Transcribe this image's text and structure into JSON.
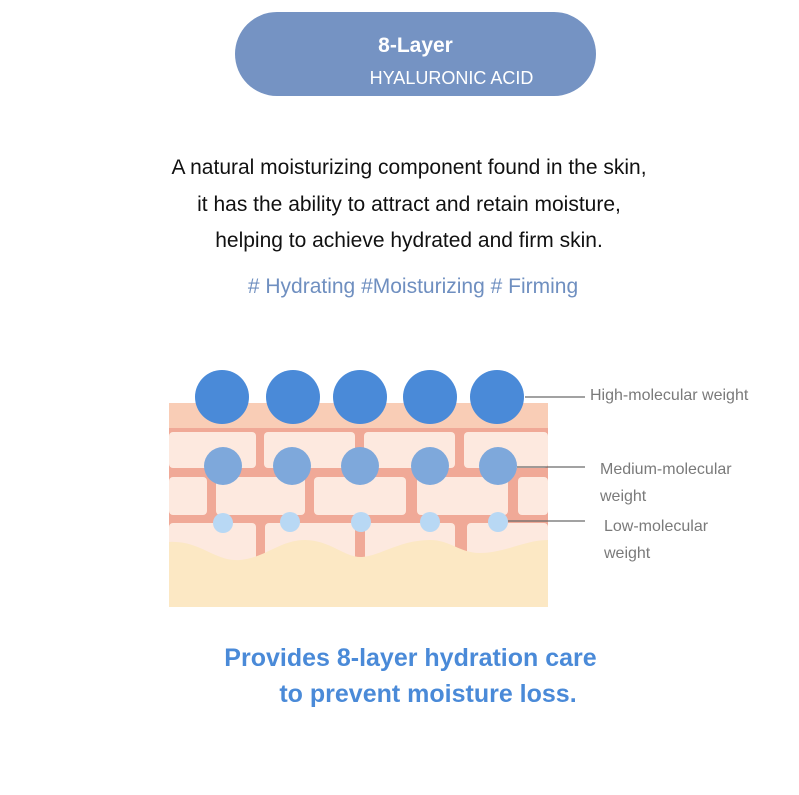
{
  "badge": {
    "title": "8-Layer",
    "subtitle": "HYALURONIC ACID"
  },
  "description": [
    "A natural moisturizing component found in the skin,",
    "it has the ability to attract and retain moisture,",
    "helping to achieve hydrated and firm skin."
  ],
  "tags": "# Hydrating #Moisturizing # Firming",
  "diagram": {
    "labels": {
      "high": "High-molecular weight",
      "medium_1": "Medium-molecular",
      "medium_2": "weight",
      "low_1": "Low-molecular",
      "low_2": "weight"
    },
    "colors": {
      "high": "#4a8ad8",
      "medium": "#7ea8db",
      "low": "#b8d8f4",
      "skin_top": "#f9cdb6",
      "cell": "#fde9df",
      "mortar": "#f0a997",
      "base": "#fce8c4"
    }
  },
  "footer": [
    "Provides 8-layer hydration care",
    "to prevent moisture loss."
  ]
}
